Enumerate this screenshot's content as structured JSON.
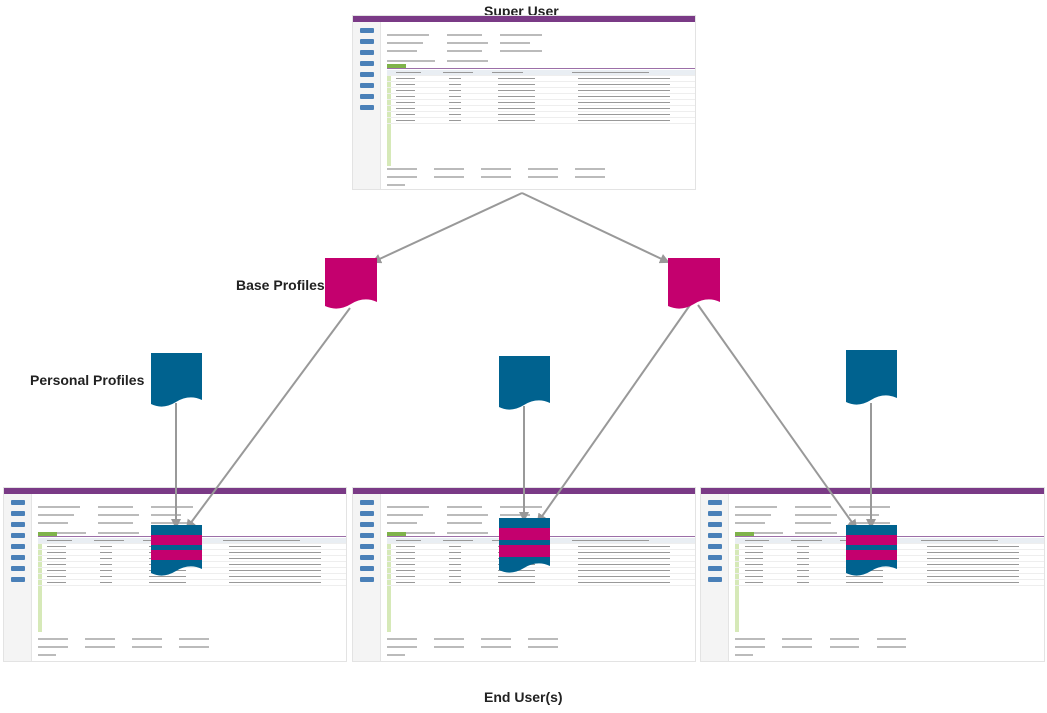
{
  "labels": {
    "super_user": "Super User",
    "base_profiles": "Base Profiles",
    "personal_profiles": "Personal Profiles",
    "end_users": "End User(s)"
  },
  "nodes": {
    "super_user_screen": {
      "kind": "ui-screenshot"
    },
    "base_profile_1": {
      "kind": "document",
      "color": "#C4006E"
    },
    "base_profile_2": {
      "kind": "document",
      "color": "#C4006E"
    },
    "personal_profile_1": {
      "kind": "document",
      "color": "#00628F"
    },
    "personal_profile_2": {
      "kind": "document",
      "color": "#00628F"
    },
    "personal_profile_3": {
      "kind": "document",
      "color": "#00628F"
    },
    "end_user_screen_1": {
      "kind": "ui-screenshot"
    },
    "end_user_screen_2": {
      "kind": "ui-screenshot"
    },
    "end_user_screen_3": {
      "kind": "ui-screenshot"
    },
    "merged_profile_1": {
      "kind": "stacked-document"
    },
    "merged_profile_2": {
      "kind": "stacked-document"
    },
    "merged_profile_3": {
      "kind": "stacked-document"
    }
  },
  "edges": [
    {
      "from": "super_user_screen",
      "to": "base_profile_1"
    },
    {
      "from": "super_user_screen",
      "to": "base_profile_2"
    },
    {
      "from": "base_profile_1",
      "to": "merged_profile_1"
    },
    {
      "from": "personal_profile_1",
      "to": "merged_profile_1"
    },
    {
      "from": "base_profile_2",
      "to": "merged_profile_2"
    },
    {
      "from": "personal_profile_2",
      "to": "merged_profile_2"
    },
    {
      "from": "base_profile_2",
      "to": "merged_profile_3"
    },
    {
      "from": "personal_profile_3",
      "to": "merged_profile_3"
    }
  ],
  "colors": {
    "base_profile": "#C4006E",
    "personal_profile": "#00628F",
    "arrow": "#999999",
    "ui_header": "#7A3A86"
  }
}
